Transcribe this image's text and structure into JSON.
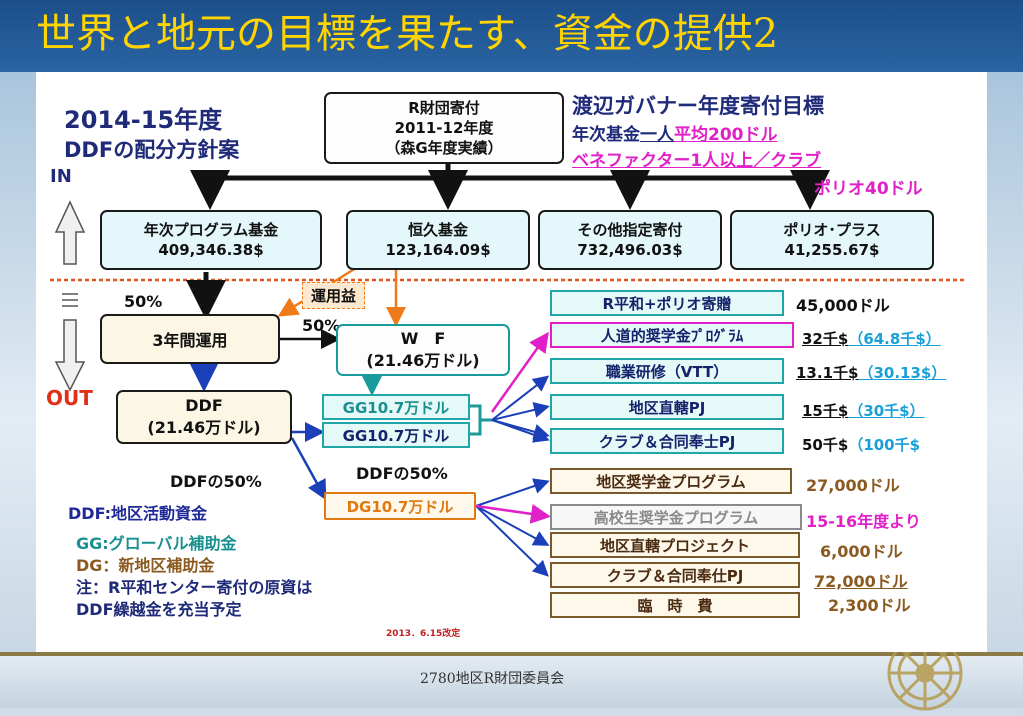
{
  "title": "世界と地元の目標を果たす、資金の提供2",
  "footer": "2780地区R財団委員会",
  "left_title": {
    "line1": "2014-15年度",
    "line2": "DDFの配分方針案"
  },
  "in_label": "IN",
  "out_label": "OUT",
  "top_box": {
    "line1": "R財団寄付",
    "line2": "2011-12年度",
    "line3": "（森G年度実績）"
  },
  "governor": {
    "heading": "渡辺ガバナー年度寄付目標",
    "line1_prefix": "年次基金",
    "line1_u1": "一人",
    "line1_u2": "平均200ドル",
    "line2": "ベネファクター1人以上／クラブ",
    "line3": "ポリオ40ドル"
  },
  "funds": [
    {
      "name": "年次プログラム基金",
      "amount": "409,346.38$"
    },
    {
      "name": "恒久基金",
      "amount": "123,164.09$"
    },
    {
      "name": "その他指定寄付",
      "amount": "732,496.03$"
    },
    {
      "name": "ポリオ･プラス",
      "amount": "41,255.67$"
    }
  ],
  "pct_50": "50%",
  "pct_50b": "50%",
  "unyoeki": "運用益",
  "three_year": "3年間運用",
  "wf": {
    "line1": "W　F",
    "line2": "(21.46万ドル)"
  },
  "ddf_box": {
    "line1": "DDF",
    "line2": "(21.46万ドル)"
  },
  "gg1": "GG10.7万ドル",
  "gg2": "GG10.7万ドル",
  "dg": "DG10.7万ドル",
  "ddf50_left": "DDFの50%",
  "ddf50_right": "DDFの50%",
  "legend": {
    "ddf": "DDF:地区活動資金",
    "gg": "GG:グローバル補助金",
    "dg": "DG：新地区補助金",
    "note1": "注：R平和センター寄付の原資は",
    "note2": "DDF繰越金を充当予定"
  },
  "date_note": "2013．6.15改定",
  "gg_targets": [
    {
      "name": "R平和+ポリオ寄贈",
      "value": "45,000ドル",
      "paren": ""
    },
    {
      "name": "人道的奨学金ﾌﾟﾛｸﾞﾗﾑ",
      "value": "32千$",
      "paren": "（64.8千$）"
    },
    {
      "name": "職業研修（VTT）",
      "value": "13.1千$",
      "paren": "（30.13$）"
    },
    {
      "name": "地区直轄PJ",
      "value": "15千$",
      "paren": "（30千$）"
    },
    {
      "name": "クラブ＆合同奉士PJ",
      "value": "50千$",
      "paren": "（100千$"
    }
  ],
  "dg_targets": [
    {
      "name": "地区奨学金プログラム",
      "value": "27,000ドル"
    },
    {
      "name": "高校生奨学金プログラム",
      "value": "15-16年度より"
    },
    {
      "name": "地区直轄プロジェクト",
      "value": "6,000ドル"
    },
    {
      "name": "クラブ＆合同奉仕PJ",
      "value": "72,000ドル"
    },
    {
      "name": "臨　時　費",
      "value": "2,300ドル"
    }
  ],
  "colors": {
    "title_bg": "#1c4f8a",
    "title_text": "#ffd400",
    "teal_border": "#1fa6a6",
    "brown_border": "#7a5a2a",
    "dashed_divider": "#e0521a"
  },
  "icons": [
    "rotary-wheel-icon",
    "up-arrow-icon",
    "down-arrow-icon"
  ]
}
